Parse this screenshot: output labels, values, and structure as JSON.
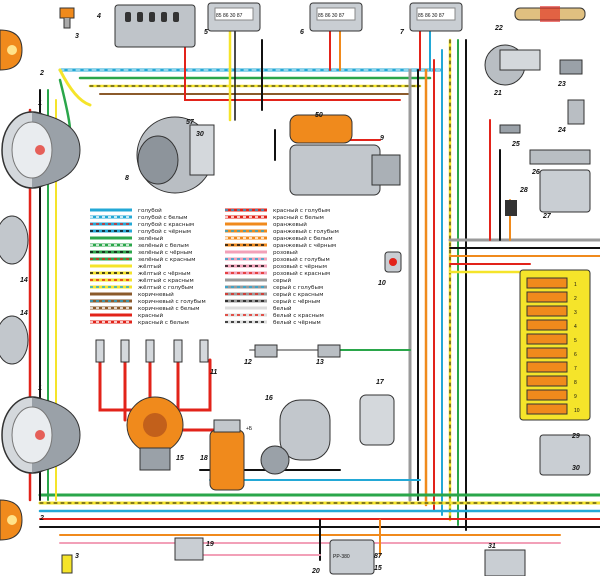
{
  "callouts": [
    "1",
    "2",
    "3",
    "4",
    "5",
    "6",
    "7",
    "8",
    "9",
    "10",
    "11",
    "12",
    "13",
    "14",
    "15",
    "16",
    "17",
    "18",
    "19",
    "20",
    "21",
    "22",
    "23",
    "24",
    "25",
    "26",
    "27",
    "28",
    "29",
    "30",
    "31",
    "1",
    "2",
    "3",
    "14",
    "14",
    "30",
    "50",
    "57",
    "87",
    "15",
    "+Б"
  ],
  "relay_pins": [
    "85 86 30 87"
  ],
  "regulator_label": "РР-380",
  "coil_label": "+Б",
  "fuse_numbers": [
    "1",
    "2",
    "3",
    "4",
    "5",
    "6",
    "7",
    "8",
    "9",
    "10"
  ],
  "legend_left": [
    {
      "label": "голубой",
      "c1": "#23a8d6",
      "c2": "#23a8d6",
      "dash": false
    },
    {
      "label": "голубой с белым",
      "c1": "#23a8d6",
      "c2": "#ffffff",
      "dash": true
    },
    {
      "label": "голубой с красным",
      "c1": "#23a8d6",
      "c2": "#e2231a",
      "dash": true
    },
    {
      "label": "голубой с чёрным",
      "c1": "#23a8d6",
      "c2": "#111111",
      "dash": true
    },
    {
      "label": "зелёный",
      "c1": "#2aa64a",
      "c2": "#2aa64a",
      "dash": false
    },
    {
      "label": "зелёный с белым",
      "c1": "#2aa64a",
      "c2": "#ffffff",
      "dash": true
    },
    {
      "label": "зелёный с чёрным",
      "c1": "#2aa64a",
      "c2": "#111111",
      "dash": true
    },
    {
      "label": "зелёный с красным",
      "c1": "#2aa64a",
      "c2": "#e2231a",
      "dash": true
    },
    {
      "label": "жёлтый",
      "c1": "#f5e42a",
      "c2": "#f5e42a",
      "dash": false
    },
    {
      "label": "жёлтый с чёрным",
      "c1": "#f5e42a",
      "c2": "#111111",
      "dash": true
    },
    {
      "label": "жёлтый с красным",
      "c1": "#f5e42a",
      "c2": "#e2231a",
      "dash": true
    },
    {
      "label": "жёлтый с голубым",
      "c1": "#f5e42a",
      "c2": "#23a8d6",
      "dash": true
    },
    {
      "label": "коричневый",
      "c1": "#8b5a2b",
      "c2": "#8b5a2b",
      "dash": false
    },
    {
      "label": "коричневый с голубым",
      "c1": "#8b5a2b",
      "c2": "#23a8d6",
      "dash": true
    },
    {
      "label": "коричневый с белым",
      "c1": "#8b5a2b",
      "c2": "#ffffff",
      "dash": true
    },
    {
      "label": "красный",
      "c1": "#e2231a",
      "c2": "#e2231a",
      "dash": false
    },
    {
      "label": "красный с белым",
      "c1": "#e2231a",
      "c2": "#ffffff",
      "dash": true
    }
  ],
  "legend_right": [
    {
      "label": "красный с голубым",
      "c1": "#e2231a",
      "c2": "#23a8d6",
      "dash": true
    },
    {
      "label": "красный с белым",
      "c1": "#e2231a",
      "c2": "#ffffff",
      "dash": true
    },
    {
      "label": "оранжевый",
      "c1": "#f08a1c",
      "c2": "#f08a1c",
      "dash": false
    },
    {
      "label": "оранжевый с голубым",
      "c1": "#f08a1c",
      "c2": "#23a8d6",
      "dash": true
    },
    {
      "label": "оранжевый с белым",
      "c1": "#f08a1c",
      "c2": "#ffffff",
      "dash": true
    },
    {
      "label": "оранжевый с чёрным",
      "c1": "#f08a1c",
      "c2": "#111111",
      "dash": true
    },
    {
      "label": "розовый",
      "c1": "#f2a0b8",
      "c2": "#f2a0b8",
      "dash": false
    },
    {
      "label": "розовый с голубым",
      "c1": "#f2a0b8",
      "c2": "#23a8d6",
      "dash": true
    },
    {
      "label": "розовый с чёрным",
      "c1": "#f2a0b8",
      "c2": "#111111",
      "dash": true
    },
    {
      "label": "розовый с красным",
      "c1": "#f2a0b8",
      "c2": "#e2231a",
      "dash": true
    },
    {
      "label": "серый",
      "c1": "#9a9a9a",
      "c2": "#9a9a9a",
      "dash": false
    },
    {
      "label": "серый с голубым",
      "c1": "#9a9a9a",
      "c2": "#23a8d6",
      "dash": true
    },
    {
      "label": "серый с красным",
      "c1": "#9a9a9a",
      "c2": "#e2231a",
      "dash": true
    },
    {
      "label": "серый с чёрным",
      "c1": "#9a9a9a",
      "c2": "#111111",
      "dash": true
    },
    {
      "label": "белый",
      "c1": "#dddddd",
      "c2": "#dddddd",
      "dash": false
    },
    {
      "label": "белый с красным",
      "c1": "#dddddd",
      "c2": "#e2231a",
      "dash": true
    },
    {
      "label": "белый с чёрным",
      "c1": "#dddddd",
      "c2": "#111111",
      "dash": true
    }
  ],
  "colors": {
    "red": "#e2231a",
    "yellow": "#f5e42a",
    "blue": "#23a8d6",
    "green": "#2aa64a",
    "black": "#111111",
    "orange": "#f08a1c",
    "brown": "#8b5a2b",
    "pink": "#f2a0b8",
    "grey": "#9a9a9a"
  }
}
